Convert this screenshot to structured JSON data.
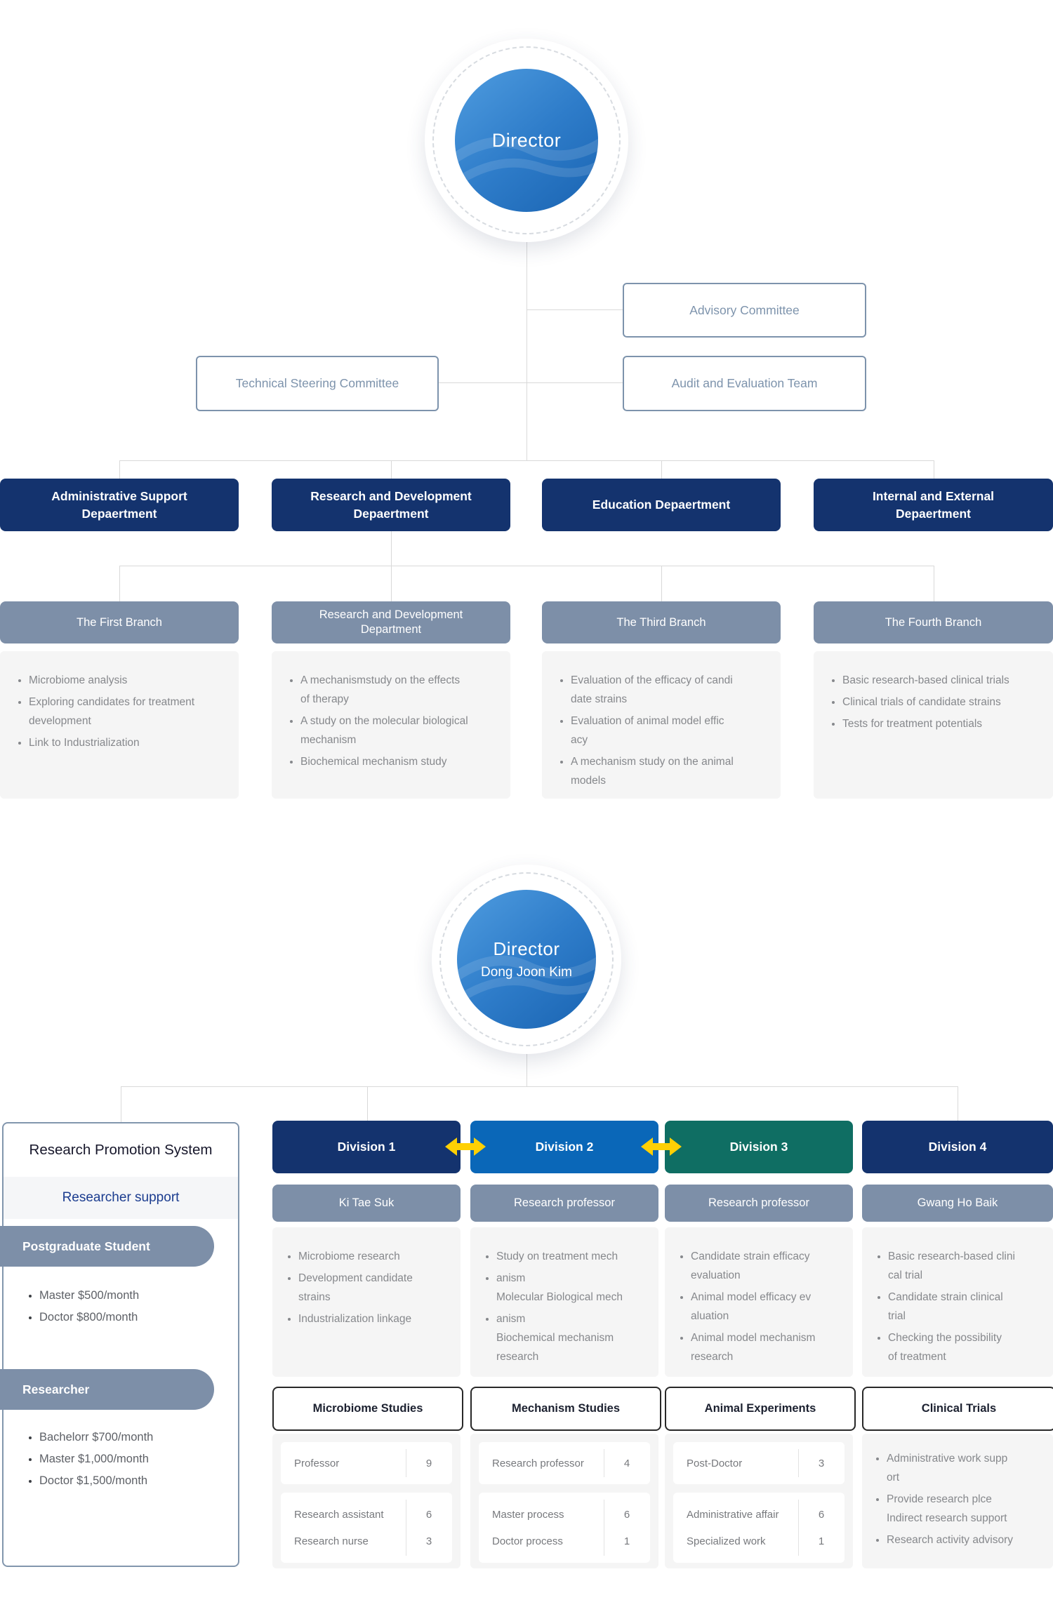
{
  "colors": {
    "navy": "#14336e",
    "divblue": "#0a67b8",
    "divteal": "#0f6e63",
    "slate": "#7d8fa8",
    "line": "#d9d9d9",
    "graybg": "#f5f5f5",
    "outline": "#7d93ac",
    "yellow": "#ffd004",
    "circlelight": "#4f9cdf",
    "circledark": "#1a64b2",
    "bandtext": "#1b3c8f",
    "studyborder": "#282828"
  },
  "icons": {
    "director_watermark": "swirl-logo-watermark",
    "division_link": "double-headed-arrow"
  },
  "top": {
    "director": "Director",
    "advisory": "Advisory Committee",
    "technical": "Technical Steering Committee",
    "audit": "Audit and Evaluation Team",
    "departments": [
      {
        "lines": [
          "Administrative Support",
          "Depaertment"
        ]
      },
      {
        "lines": [
          "Research and Development",
          "Depaertment"
        ]
      },
      {
        "lines": [
          "Education Depaertment"
        ]
      },
      {
        "lines": [
          "Internal and External",
          "Depaertment"
        ]
      }
    ],
    "branches": [
      {
        "title_lines": [
          "The First Branch"
        ],
        "items": [
          [
            "Microbiome analysis"
          ],
          [
            "Exploring candidates for treatment",
            "development"
          ],
          [
            "Link to Industrialization"
          ]
        ]
      },
      {
        "title_lines": [
          "Research and Development",
          "Department"
        ],
        "items": [
          [
            "A mechanismstudy on the effects",
            "of therapy"
          ],
          [
            "A study on the molecular biological",
            "mechanism"
          ],
          [
            "Biochemical mechanism study"
          ]
        ]
      },
      {
        "title_lines": [
          "The Third Branch"
        ],
        "items": [
          [
            "Evaluation of the efficacy of candi",
            "date strains"
          ],
          [
            "Evaluation of animal model effic",
            "acy"
          ],
          [
            "A mechanism study on the animal",
            "models"
          ]
        ]
      },
      {
        "title_lines": [
          "The Fourth Branch"
        ],
        "items": [
          [
            "Basic research-based clinical trials"
          ],
          [
            "Clinical trials of candidate strains"
          ],
          [
            "Tests for treatment potentials"
          ]
        ]
      }
    ]
  },
  "bottom": {
    "director_title": "Director",
    "director_name": "Dong Joon Kim",
    "promo": {
      "title": "Research Promotion System",
      "subtitle": "Researcher support",
      "groups": [
        {
          "pill": "Postgraduate Student",
          "items": [
            [
              "Master $500/month"
            ],
            [
              "Doctor $800/month"
            ]
          ]
        },
        {
          "pill": "Researcher",
          "items": [
            [
              "Bachelorr $700/month"
            ],
            [
              "Master $1,000/month"
            ],
            [
              "Doctor $1,500/month"
            ]
          ]
        }
      ]
    },
    "divisions": [
      {
        "name": "Division 1",
        "color": "#14336e",
        "person": "Ki Tae Suk",
        "items": [
          [
            "Microbiome research"
          ],
          [
            "Development candidate",
            "strains"
          ],
          [
            "Industrialization linkage"
          ]
        ],
        "study": "Microbiome Studies",
        "cards": [
          [
            {
              "label": "Professor",
              "count": "9"
            }
          ],
          [
            {
              "label": "Research assistant",
              "count": "6"
            },
            {
              "label": "Research nurse",
              "count": "3"
            }
          ]
        ]
      },
      {
        "name": "Division 2",
        "color": "#0a67b8",
        "person": "Research professor",
        "items": [
          [
            "Study on treatment mech"
          ],
          [
            "anism",
            "Molecular Biological mech"
          ],
          [
            "anism",
            "Biochemical mechanism",
            "research"
          ]
        ],
        "study": "Mechanism Studies",
        "cards": [
          [
            {
              "label": "Research professor",
              "count": "4"
            }
          ],
          [
            {
              "label": "Master process",
              "count": "6"
            },
            {
              "label": "Doctor process",
              "count": "1"
            }
          ]
        ]
      },
      {
        "name": "Division 3",
        "color": "#0f6e63",
        "person": "Research professor",
        "items": [
          [
            "Candidate strain efficacy",
            "evaluation"
          ],
          [
            "Animal model efficacy ev",
            "aluation"
          ],
          [
            "Animal model mechanism",
            "research"
          ]
        ],
        "study": "Animal Experiments",
        "cards": [
          [
            {
              "label": "Post-Doctor",
              "count": "3"
            }
          ],
          [
            {
              "label": "Administrative affair",
              "count": "6"
            },
            {
              "label": "Specialized work",
              "count": "1"
            }
          ]
        ]
      },
      {
        "name": "Division 4",
        "color": "#14336e",
        "person": "Gwang Ho Baik",
        "items": [
          [
            "Basic research-based clini",
            "cal trial"
          ],
          [
            "Candidate strain clinical",
            "trial"
          ],
          [
            "Checking the possibility",
            "of treatment"
          ]
        ],
        "study": "Clinical Trials",
        "bottom_items": [
          [
            "Administrative work supp",
            "ort"
          ],
          [
            "Provide research plce",
            "Indirect research support"
          ],
          [
            "Research activity advisory"
          ]
        ]
      }
    ]
  }
}
